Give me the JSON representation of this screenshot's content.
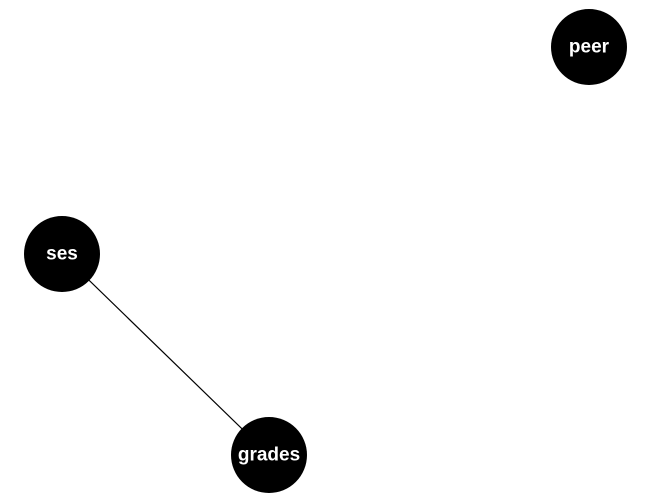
{
  "graph": {
    "node_color": "#000000",
    "label_color": "#ffffff",
    "edge_color": "#000000",
    "nodes": [
      {
        "id": "peer",
        "label": "peer"
      },
      {
        "id": "ses",
        "label": "ses"
      },
      {
        "id": "grades",
        "label": "grades"
      }
    ],
    "edges": [
      {
        "source": "ses",
        "target": "grades"
      }
    ]
  }
}
